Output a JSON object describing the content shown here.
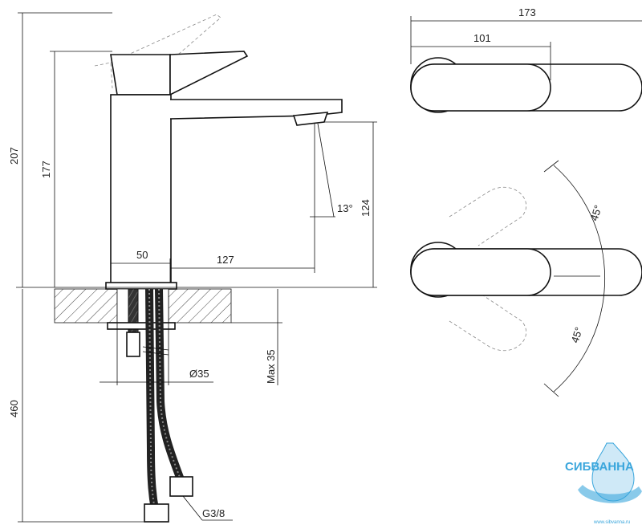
{
  "dimensions": {
    "total_height": "207",
    "spout_height": "177",
    "hose_length": "460",
    "base_width": "50",
    "spout_reach": "127",
    "outlet_height": "124",
    "spout_angle": "13°",
    "hole_diameter": "Ø35",
    "max_thickness": "Max 35",
    "thread": "G3/8",
    "top_length": "173",
    "top_lever_length": "101",
    "angle_upper": "45°",
    "angle_lower": "45°"
  },
  "logo": {
    "name": "СИБВАННА",
    "url": "www.sibvanna.ru"
  },
  "colors": {
    "line": "#111111",
    "logo": "#3aa6dc"
  }
}
